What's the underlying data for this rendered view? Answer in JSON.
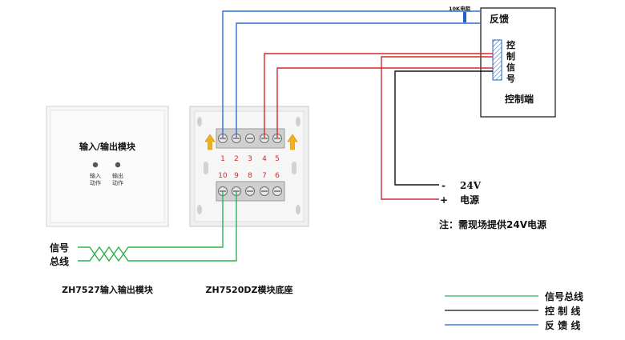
{
  "controller": {
    "feedback": "反馈",
    "resistor": "10K电阻",
    "signal_chars": [
      "控",
      "制",
      "信",
      "号"
    ],
    "title": "控制端"
  },
  "module_panel": {
    "title": "输入/输出模块",
    "led1": [
      "输入",
      "动作"
    ],
    "led2": [
      "输出",
      "动作"
    ],
    "caption": "ZH7527输入输出模块"
  },
  "base": {
    "caption": "ZH7520DZ模块底座",
    "top_terminals": [
      "1",
      "2",
      "3",
      "4",
      "5"
    ],
    "bottom_terminals": [
      "10",
      "9",
      "8",
      "7",
      "6"
    ]
  },
  "signal_bus": [
    "信号",
    "总线"
  ],
  "power": {
    "minus": "-",
    "voltage": "24V",
    "plus": "+",
    "label": "电源",
    "note": "注：需现场提供24V电源"
  },
  "legend": [
    {
      "label": "信号总线",
      "color": "#2fb34a"
    },
    {
      "label": "控 制 线",
      "color": "#111111"
    },
    {
      "label": "反 馈 线",
      "color": "#1f63c6"
    }
  ],
  "colors": {
    "blue": "#2f6fcf",
    "red": "#d42a2a",
    "green": "#2fb34a",
    "black": "#111111"
  }
}
